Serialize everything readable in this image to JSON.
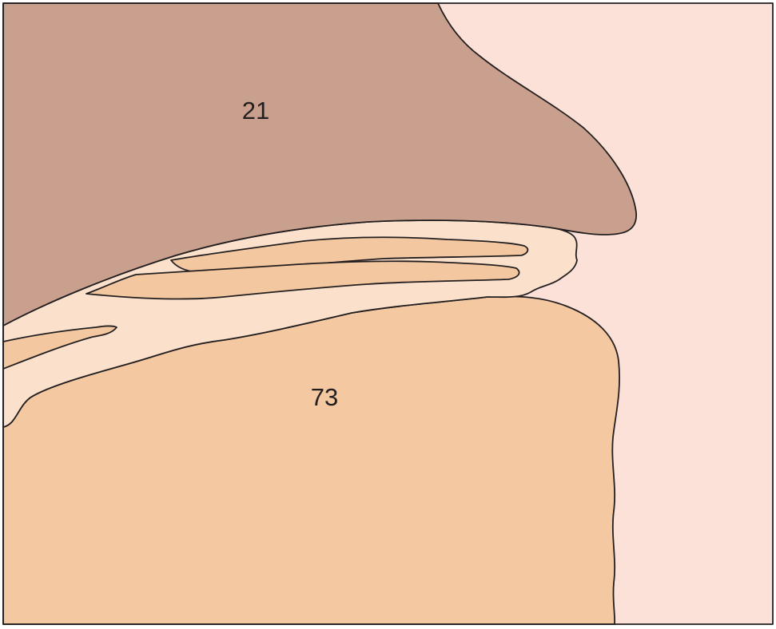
{
  "diagram": {
    "colors": {
      "background_region": "#fbe1d7",
      "upper_region": "#c9a08d",
      "lower_region": "#f4c9a2",
      "band_light": "#fbe0cb",
      "band_strip": "#f3c7a0",
      "outline": "#231f20"
    },
    "regions": [
      {
        "id": "upper",
        "label": "21"
      },
      {
        "id": "lower",
        "label": "73"
      }
    ]
  }
}
